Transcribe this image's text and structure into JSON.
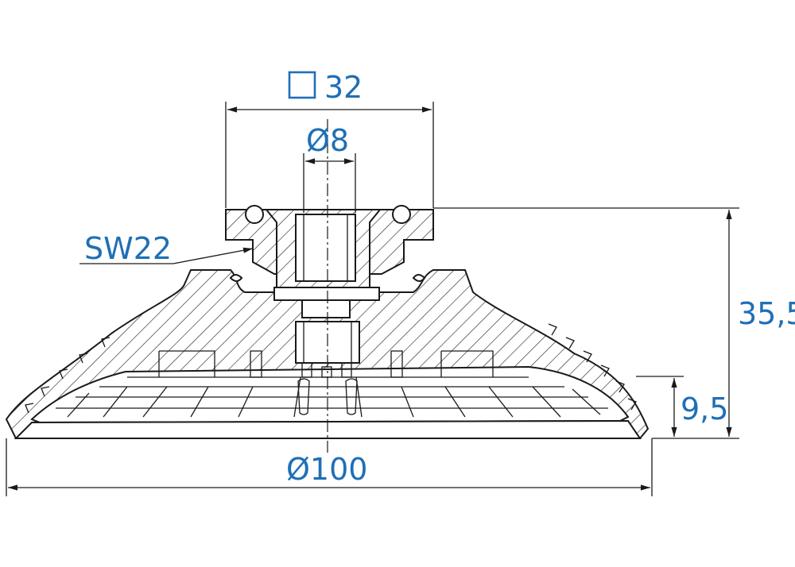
{
  "dimensions": {
    "square_size": "32",
    "bore_diameter": "Ø8",
    "wrench_size": "SW22",
    "total_height": "35,5",
    "lip_height": "9,5",
    "outer_diameter": "Ø100"
  },
  "colors": {
    "dimension": "#1f6fb6",
    "outline": "#1a1a1a",
    "background": "#ffffff"
  },
  "icons": {
    "square_symbol": "square-symbol-icon"
  }
}
